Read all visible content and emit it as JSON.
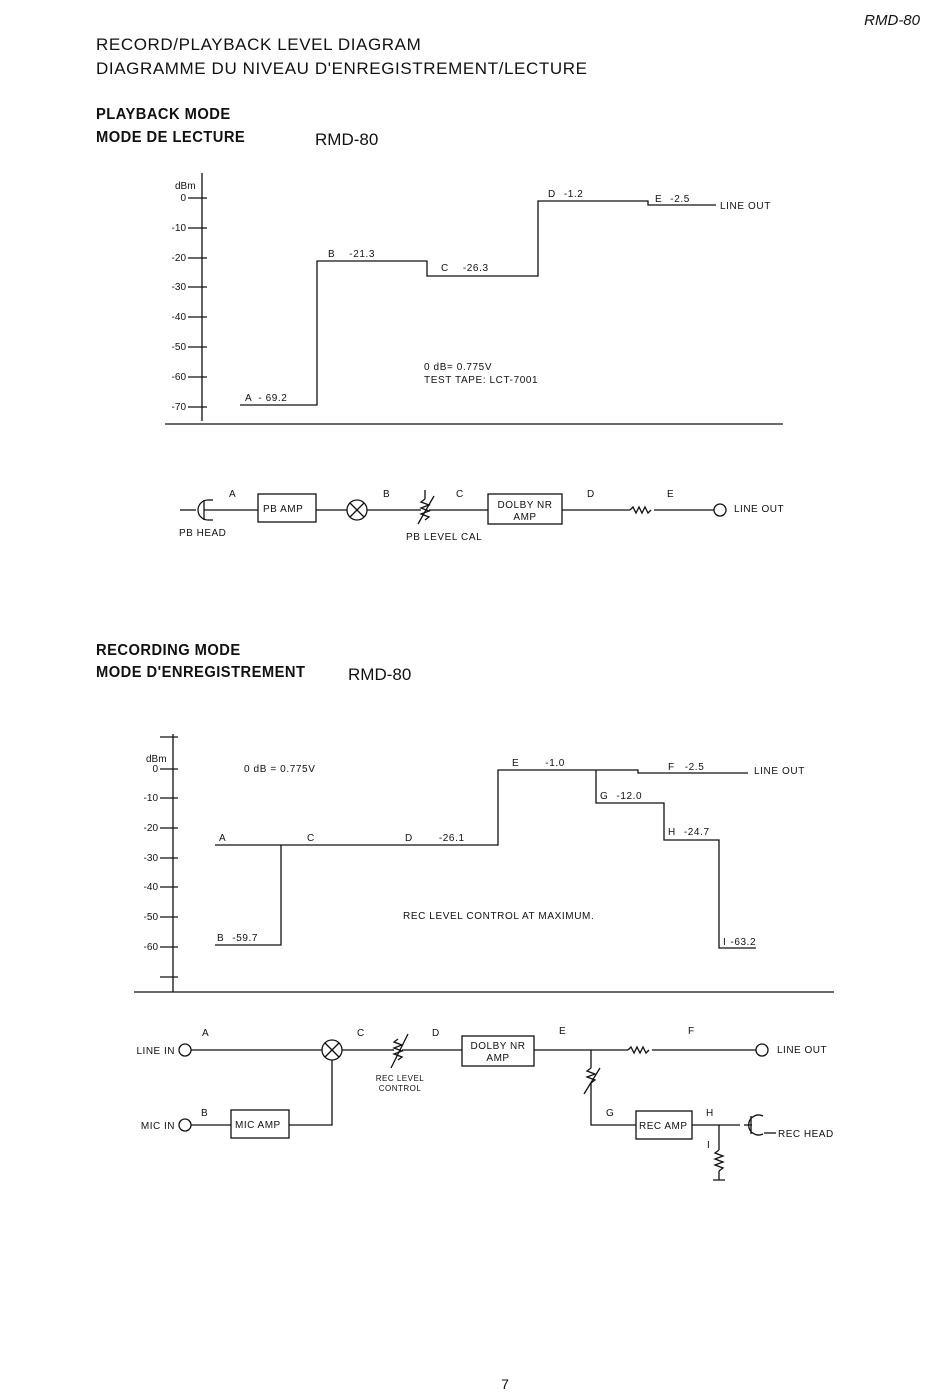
{
  "header": {
    "model": "RMD-80",
    "title_en": "RECORD/PLAYBACK LEVEL DIAGRAM",
    "title_fr": "DIAGRAMME DU NIVEAU D'ENREGISTREMENT/LECTURE"
  },
  "playback": {
    "title_en": "PLAYBACK MODE",
    "title_fr": "MODE DE LECTURE",
    "model": "RMD-80",
    "y_unit": "dBm",
    "y_ticks": [
      "0",
      "-10",
      "-20",
      "-30",
      "-40",
      "-50",
      "-60",
      "-70"
    ],
    "points": [
      {
        "label": "A",
        "value": "- 69.2"
      },
      {
        "label": "B",
        "value": "-21.3"
      },
      {
        "label": "C",
        "value": "-26.3"
      },
      {
        "label": "D",
        "value": "-1.2"
      },
      {
        "label": "E",
        "value": "-2.5"
      }
    ],
    "line_out": "LINE OUT",
    "note_ref": "0 dB= 0.775V",
    "note_tape": "TEST TAPE:  LCT-7001",
    "blocks": {
      "head": "PB HEAD",
      "amp": "PB AMP",
      "level_cal": "PB  LEVEL CAL",
      "dolby_1": "DOLBY NR",
      "dolby_2": "AMP",
      "line_out": "LINE OUT"
    }
  },
  "recording": {
    "title_en": "RECORDING MODE",
    "title_fr": "MODE D'ENREGISTREMENT",
    "model": "RMD-80",
    "y_unit": "dBm",
    "y_ticks": [
      "0",
      "-10",
      "-20",
      "-30",
      "-40",
      "-50",
      "-60"
    ],
    "note_ref": "0 dB = 0.775V",
    "note_rec": "REC LEVEL CONTROL AT MAXIMUM.",
    "line_out": "LINE OUT",
    "points": [
      {
        "label": "A",
        "value": ""
      },
      {
        "label": "B",
        "value": "-59.7"
      },
      {
        "label": "C",
        "value": ""
      },
      {
        "label": "D",
        "value": "-26.1"
      },
      {
        "label": "E",
        "value": "-1.0"
      },
      {
        "label": "F",
        "value": "-2.5"
      },
      {
        "label": "G",
        "value": "-12.0"
      },
      {
        "label": "H",
        "value": "-24.7"
      },
      {
        "label": "I",
        "value": "-63.2"
      }
    ],
    "blocks": {
      "line_in": "LINE IN",
      "mic_in": "MIC IN",
      "mic_amp": "MIC AMP",
      "rec_level_1": "REC LEVEL",
      "rec_level_2": "CONTROL",
      "dolby_1": "DOLBY NR",
      "dolby_2": "AMP",
      "line_out": "LINE OUT",
      "rec_amp": "REC AMP",
      "rec_head": "REC HEAD"
    }
  },
  "page_number": "7"
}
